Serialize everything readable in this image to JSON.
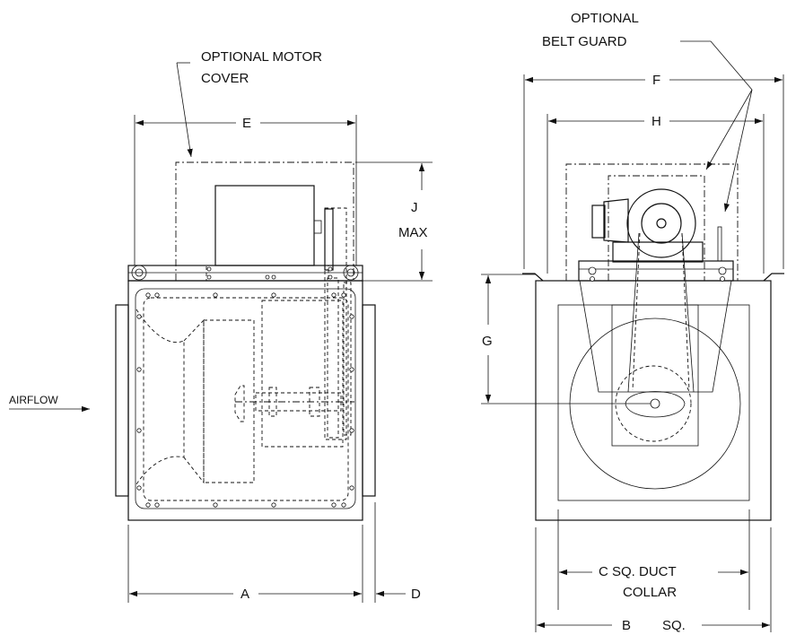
{
  "labels": {
    "motor_cover_1": "OPTIONAL MOTOR",
    "motor_cover_2": "COVER",
    "belt_guard_1": "OPTIONAL",
    "belt_guard_2": "BELT GUARD",
    "airflow": "AIRFLOW",
    "dim_a": "A",
    "dim_b": "B",
    "dim_b_suffix": "SQ.",
    "dim_c_1": "C SQ. DUCT",
    "dim_c_2": "COLLAR",
    "dim_d": "D",
    "dim_e": "E",
    "dim_f": "F",
    "dim_g": "G",
    "dim_h": "H",
    "dim_j_1": "J",
    "dim_j_2": "MAX"
  }
}
